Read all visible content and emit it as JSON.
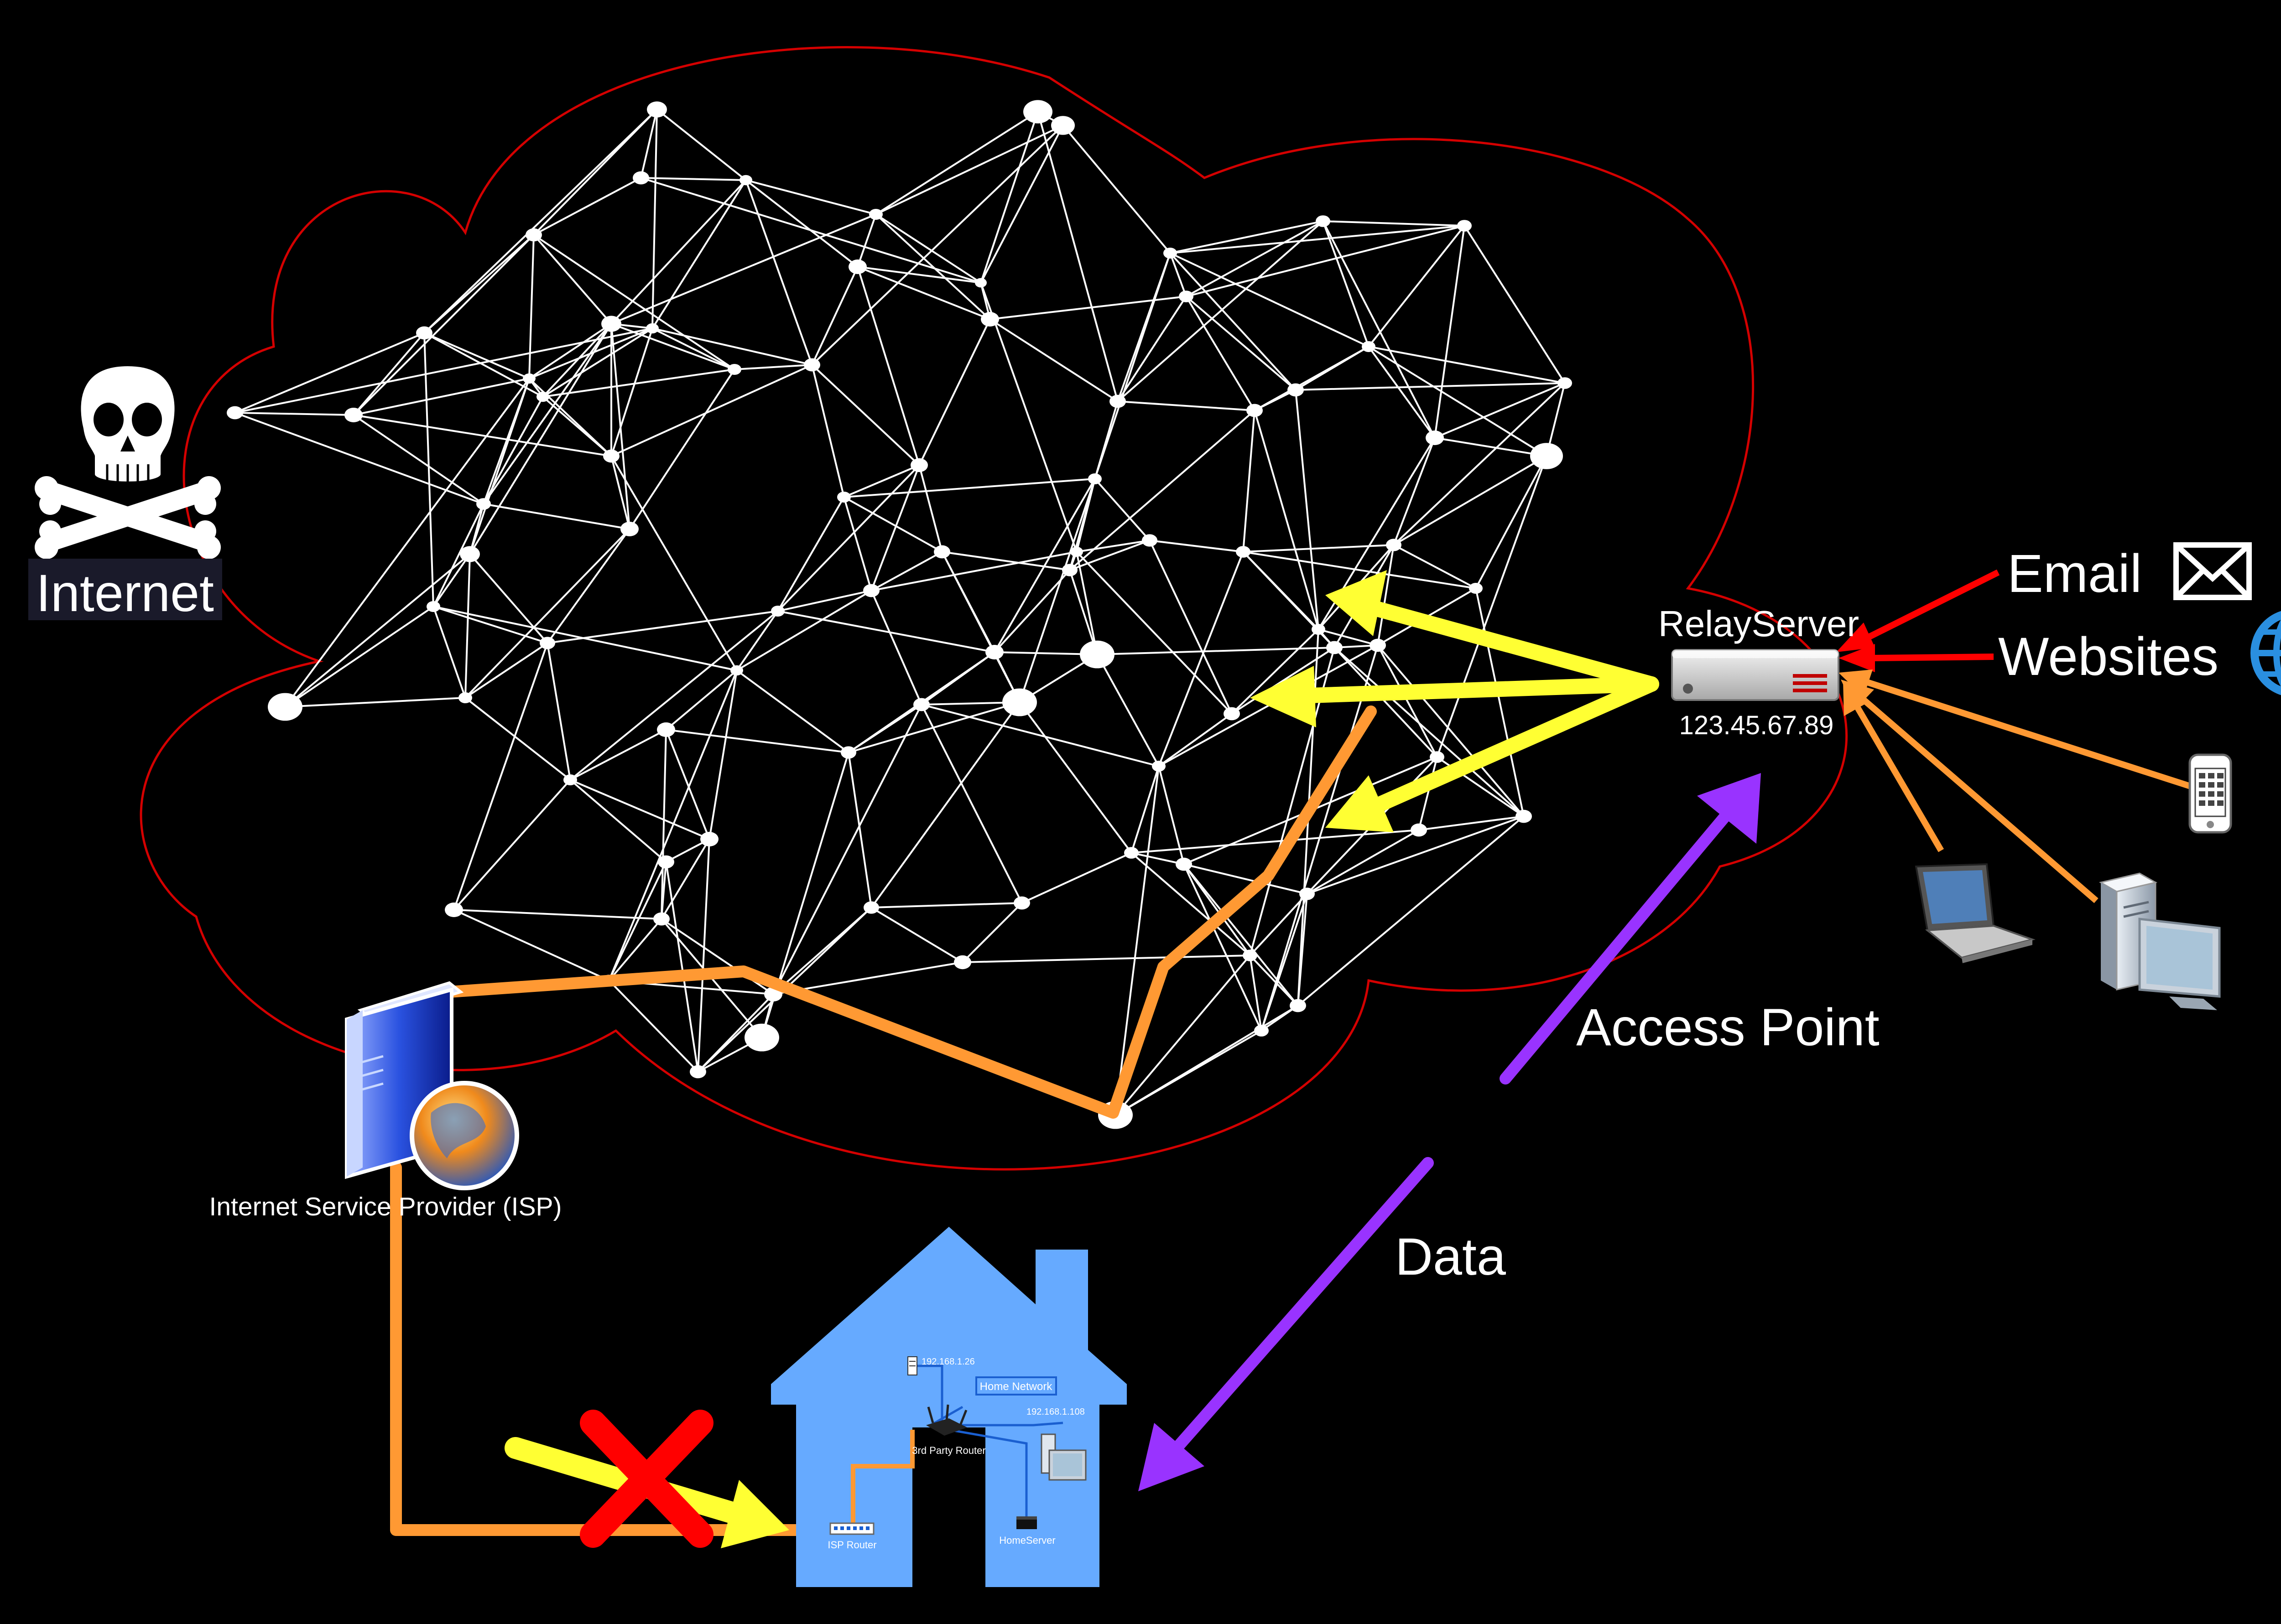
{
  "labels": {
    "internet": "Internet",
    "relay_server": "RelayServer",
    "relay_ip": "123.45.67.89",
    "email": "Email",
    "websites": "Websites",
    "access_point": "Access Point",
    "data": "Data",
    "isp": "Internet Service Provider (ISP)",
    "home_network": "Home Network",
    "ip_server": "192.168.1.26",
    "ip_pc": "192.168.1.108",
    "third_party_router": "3rd Party Router",
    "isp_router": "ISP Router",
    "home_server": "HomeServer"
  },
  "icons": {
    "internet": "skull-crossbones-icon",
    "email": "envelope-icon",
    "websites": "globe-cursor-icon",
    "isp": "server-globe-icon",
    "relay": "rack-server-icon",
    "phone": "smartphone-icon",
    "laptop": "laptop-icon",
    "desktop": "desktop-computer-icon",
    "home": "house-icon"
  },
  "colors": {
    "background": "#000000",
    "cloud_outline": "#d40000",
    "mesh": "#ffffff",
    "route": "#ff9933",
    "relay_arrows": "#ffff33",
    "request_arrows": "#ff0000",
    "data_arrows": "#9933ff",
    "blocked": "#ff0000",
    "house": "#66aaff"
  }
}
